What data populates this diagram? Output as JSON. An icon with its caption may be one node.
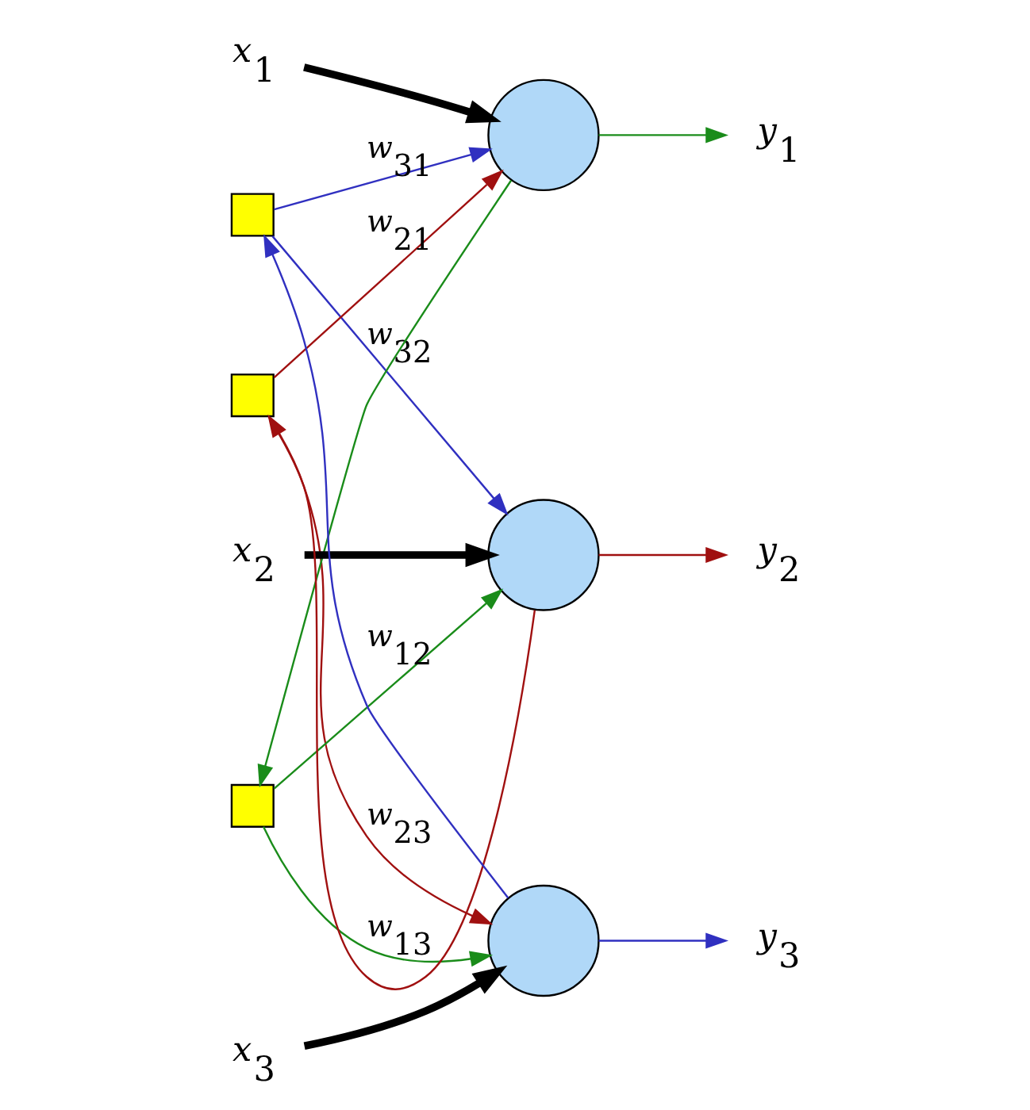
{
  "diagram": {
    "nodes": [
      {
        "text": [],
        "shape": "box"
      },
      {
        "text": [],
        "shape": "box"
      },
      {
        "text": [],
        "shape": "box"
      },
      {
        "text": [
          "x$_{1}$"
        ]
      },
      {
        "text": [],
        "shape": "circle"
      },
      {
        "text": [
          "y$_{1}$"
        ]
      },
      {
        "text": [
          "x$_{2}$"
        ]
      },
      {
        "text": [],
        "shape": "circle"
      },
      {
        "text": [
          "y$_{2}$"
        ]
      },
      {
        "text": [
          "x$_{3}$"
        ]
      },
      {
        "text": [],
        "shape": "circle"
      },
      {
        "text": [
          "y$_{3}$"
        ]
      }
    ],
    "edges": [
      {
        "from": 3,
        "to": 4,
        "arrow": "to",
        "style": "thick",
        "color": "#000000"
      },
      {
        "from": 6,
        "to": 7,
        "arrow": "to",
        "style": "thick",
        "color": "#000000"
      },
      {
        "from": 9,
        "to": 10,
        "arrow": "to",
        "style": "thick",
        "color": "#000000"
      },
      {
        "from": 4,
        "to": 5,
        "arrow": "to",
        "color": "#1a8c1a"
      },
      {
        "from": 7,
        "to": 8,
        "arrow": "to",
        "color": "#a01010"
      },
      {
        "from": 10,
        "to": 11,
        "arrow": "to",
        "color": "#3030c0"
      },
      {
        "from": 4,
        "to": 2,
        "arrow": "to",
        "color": "#1a8c1a"
      },
      {
        "from": 7,
        "to": 1,
        "arrow": "to",
        "color": "#a01010"
      },
      {
        "from": 10,
        "to": 0,
        "arrow": "to",
        "color": "#3030c0"
      },
      {
        "from": 1,
        "to": 4,
        "arrow": "to",
        "label": "w$_{21}$",
        "color": "#a01010"
      },
      {
        "from": 0,
        "to": 4,
        "arrow": "to",
        "label": "w$_{31}$",
        "color": "#3030c0"
      },
      {
        "from": 0,
        "to": 7,
        "arrow": "to",
        "label": "w$_{32}$",
        "color": "#3030c0"
      },
      {
        "from": 2,
        "to": 7,
        "arrow": "to",
        "label": "w$_{12}$",
        "color": "#1a8c1a"
      },
      {
        "from": 1,
        "to": 10,
        "arrow": "to",
        "label": "w$_{23}$",
        "color": "#a01010"
      },
      {
        "from": 2,
        "to": 10,
        "arrow": "to",
        "label": "w$_{13}$",
        "color": "#1a8c1a"
      }
    ]
  }
}
